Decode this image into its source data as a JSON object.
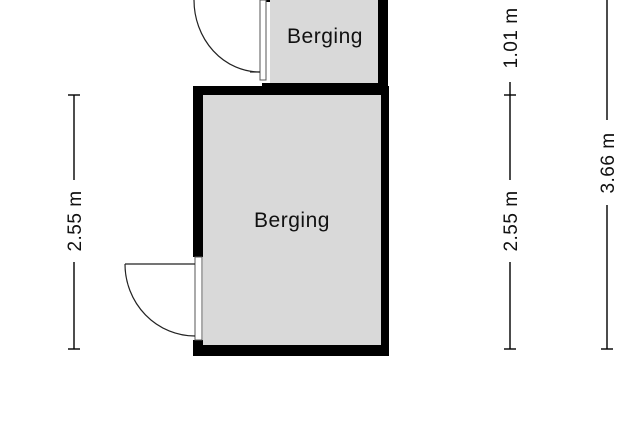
{
  "rooms": {
    "upper": {
      "label": "Berging"
    },
    "lower": {
      "label": "Berging"
    }
  },
  "dimensions": {
    "left_height": "2.55 m",
    "right_upper": "1.01 m",
    "right_lower": "2.55 m",
    "right_total": "3.66 m"
  },
  "colors": {
    "wall": "#000000",
    "room_fill": "#d9d9d9",
    "background": "#ffffff"
  }
}
